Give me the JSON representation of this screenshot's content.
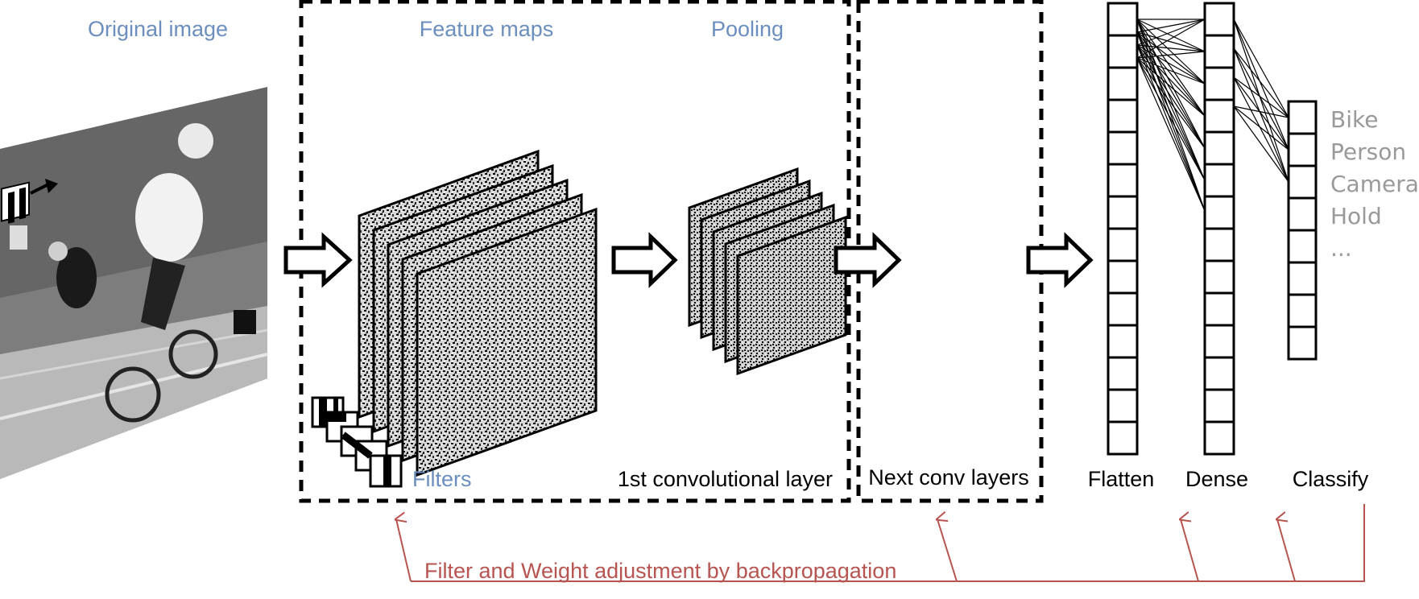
{
  "labels": {
    "original_image": "Original image",
    "feature_maps": "Feature maps",
    "pooling": "Pooling",
    "filters": "Filters",
    "first_conv_layer": "1st convolutional layer",
    "next_conv_layers": "Next conv layers",
    "flatten": "Flatten",
    "dense": "Dense",
    "classify": "Classify",
    "backprop": "Filter and Weight adjustment by backpropagation"
  },
  "classes": [
    "Bike",
    "Person",
    "Camera",
    "Hold",
    "..."
  ],
  "colors": {
    "label_blue": "#6c8ebf",
    "backprop_red": "#b85450",
    "class_gray": "#999999"
  },
  "layers": {
    "flatten_cells": 14,
    "dense_cells": 14,
    "classify_cells": 8,
    "feature_map_count": 5,
    "pooling_map_count": 5
  }
}
